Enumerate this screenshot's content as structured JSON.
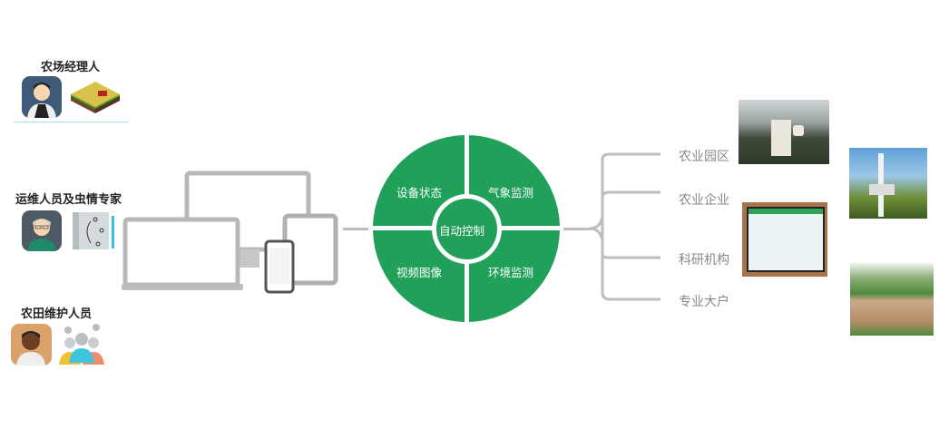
{
  "roles": [
    {
      "title": "农场经理人"
    },
    {
      "title": "运维人员及虫情专家"
    },
    {
      "title": "农田维护人员"
    }
  ],
  "wheel": {
    "center": "自动控制",
    "segments": [
      "设备状态",
      "气象监测",
      "视频图像",
      "环境监测"
    ],
    "color": "#21a05a"
  },
  "targets": [
    "农业园区",
    "农业企业",
    "科研机构",
    "专业大户"
  ]
}
